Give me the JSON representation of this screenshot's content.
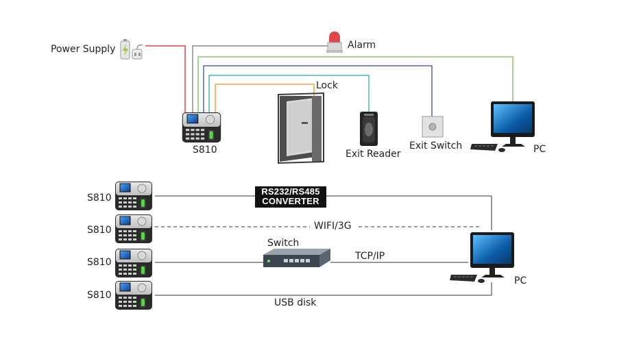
{
  "top": {
    "power_supply": "Power Supply",
    "alarm": "Alarm",
    "lock": "Lock",
    "device": "S810",
    "exit_reader": "Exit Reader",
    "exit_switch": "Exit Switch",
    "pc": "PC"
  },
  "bottom": {
    "devices": [
      "S810",
      "S810",
      "S810",
      "S810"
    ],
    "converter_line1": "RS232/RS485",
    "converter_line2": "CONVERTER",
    "wifi": "WIFI/3G",
    "switch": "Switch",
    "tcpip": "TCP/IP",
    "usb": "USB disk",
    "pc": "PC"
  },
  "colors": {
    "power_wire": "#e0474c",
    "alarm_wire": "#8a8a8a",
    "pc_wire": "#8cc66a",
    "lock_wire": "#f2a23a",
    "reader_wire": "#3fb8c6",
    "switch_wire": "#4f63b8"
  }
}
